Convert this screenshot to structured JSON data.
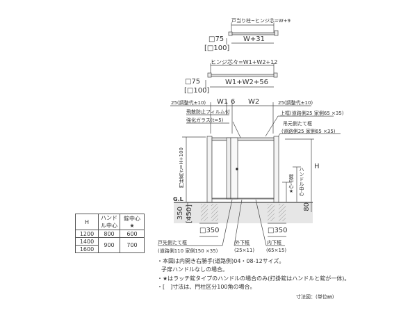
{
  "top_detail": {
    "label": "戸当り柱~ヒンジ芯=W+9",
    "width": "W+31",
    "post": "□75",
    "post_alt": "[□100]"
  },
  "double_detail": {
    "label": "ヒンジ芯々=W1+W2+12",
    "width": "W1+W2+56",
    "post": "□75",
    "post_alt": "[□100]"
  },
  "main": {
    "adjust_left": "25(調整代±10)",
    "w1": "W1",
    "gap": "6",
    "w2": "W2",
    "adjust_right": "25(調整代±10)",
    "glass_film": "飛散防止フィルム付",
    "glass": "強化ガラス(t=5)",
    "top_frame": "上框(道路側25 家側65 ×35)",
    "hinge_stile": "吊元側たて框",
    "hinge_stile_dim": "(道路側25 家側65 ×35)",
    "post_height": "門柱高さ=H+100",
    "h": "H",
    "handle_center": "ハンドル中心",
    "lock_center": "錠中心★",
    "gl": "G.L",
    "depth": "350",
    "depth_alt": "[450]",
    "clearance": "80",
    "footing_left": "□350",
    "footing_right": "□350",
    "latch_stile": "戸先側たて框",
    "latch_stile_dim": "(道路側110 家側150 ×35)",
    "outer_bottom": "外下框",
    "outer_bottom_dim": "(25×11)",
    "inner_bottom": "内下框",
    "inner_bottom_dim": "(65×15)"
  },
  "table": {
    "headers": [
      "H",
      "ハンドル中心",
      "錠中心★"
    ],
    "rows": [
      [
        "1200",
        "800",
        "600"
      ],
      [
        "1400",
        "900",
        "700"
      ],
      [
        "1600",
        "",
        ""
      ]
    ]
  },
  "notes": [
    "・本図は内開き右勝手(道路側)04・08-12サイズ。",
    "子扉ハンドルなしの場合。",
    "・★はラッチ錠タイプのハンドルの場合のみ(打掛錠はハンドルと錠が一体)。",
    "・[　]寸法は、門柱区分100角の場合。"
  ],
  "footer": "寸法図：(単位㎜)"
}
